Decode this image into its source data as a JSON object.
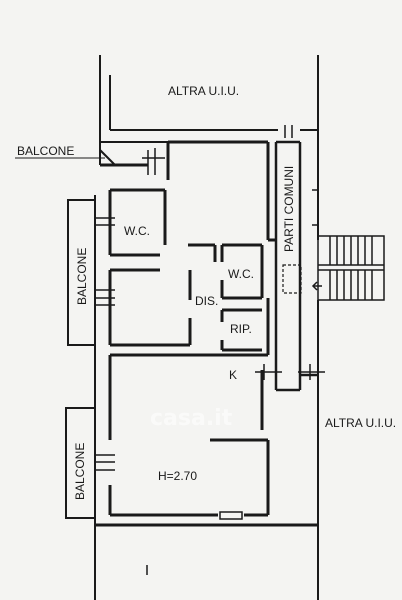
{
  "plan": {
    "labels": {
      "altra_top": "ALTRA U.I.U.",
      "altra_right": "ALTRA U.I.U.",
      "balcone_top": "BALCONE",
      "balcone_left_upper": "BALCONE",
      "balcone_left_lower": "BALCONE",
      "parti_comuni": "PARTI COMUNI",
      "wc_left": "W.C.",
      "wc_right": "W.C.",
      "dis": "DIS.",
      "rip": "RIP.",
      "k": "K",
      "height": "H=2.70"
    },
    "watermark": "casa.it"
  }
}
